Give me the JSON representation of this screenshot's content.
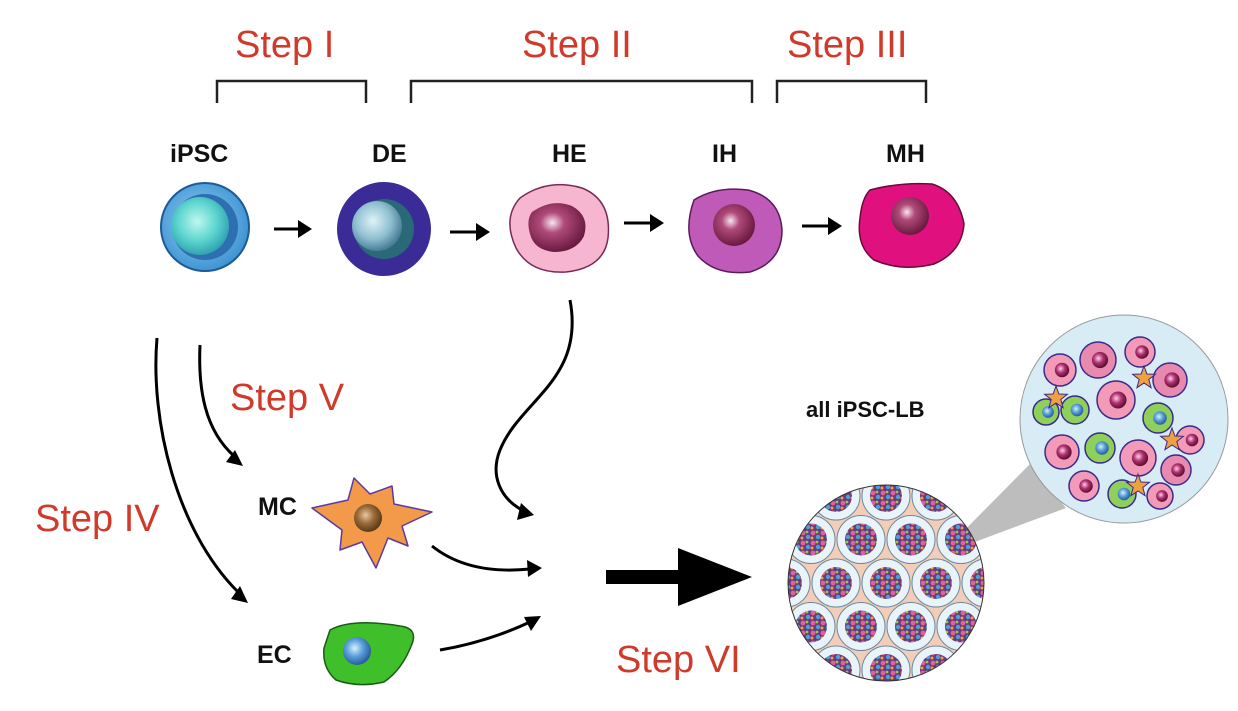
{
  "steps": {
    "s1": "Step I",
    "s2": "Step II",
    "s3": "Step III",
    "s4": "Step IV",
    "s5": "Step V",
    "s6": "Step VI"
  },
  "cells": {
    "ipsc": "iPSC",
    "de": "DE",
    "he": "HE",
    "ih": "IH",
    "mh": "MH",
    "mc": "MC",
    "ec": "EC"
  },
  "product": {
    "label": "all iPSC-LB"
  },
  "colors": {
    "step_text": "#d03a2b",
    "ipsc_outer": "#4b9fd8",
    "de_outer": "#3a2b96",
    "he_fill": "#f7b6cf",
    "ih_fill": "#c05ab8",
    "mh_fill": "#e0117f",
    "mc_fill": "#f39a4a",
    "ec_fill": "#3fbf2a"
  }
}
